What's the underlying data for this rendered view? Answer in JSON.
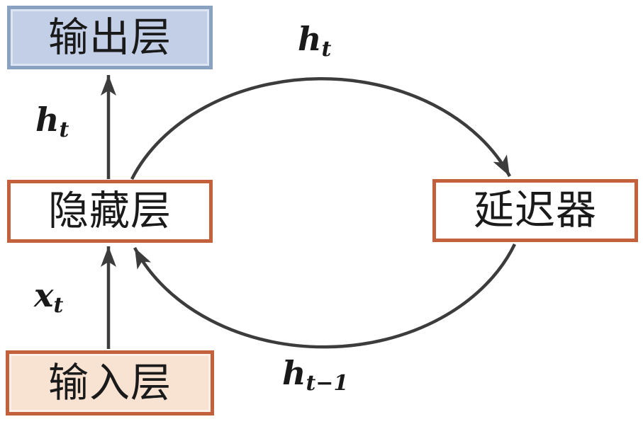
{
  "diagram": {
    "boxes": {
      "output_layer": {
        "label": "输出层",
        "fill": "#c3cfe7",
        "border": "#8aa2c2"
      },
      "hidden_layer": {
        "label": "隐藏层",
        "fill": "#ffffff",
        "border": "#c2613c"
      },
      "input_layer": {
        "label": "输入层",
        "fill": "#f8e2d2",
        "border": "#c2613c"
      },
      "delay_unit": {
        "label": "延迟器",
        "fill": "#ffffff",
        "border": "#c2613c"
      }
    },
    "edges": [
      {
        "name": "hidden-to-output",
        "label": {
          "base": "h",
          "sub": "t"
        }
      },
      {
        "name": "input-to-hidden",
        "label": {
          "base": "x",
          "sub": "t"
        }
      },
      {
        "name": "hidden-to-delay",
        "label": {
          "base": "h",
          "sub": "t"
        }
      },
      {
        "name": "delay-to-hidden",
        "label": {
          "base": "h",
          "sub": "t−1"
        }
      }
    ],
    "colors": {
      "arrow": "#3c3c3c",
      "text": "#1a1a1a"
    }
  }
}
